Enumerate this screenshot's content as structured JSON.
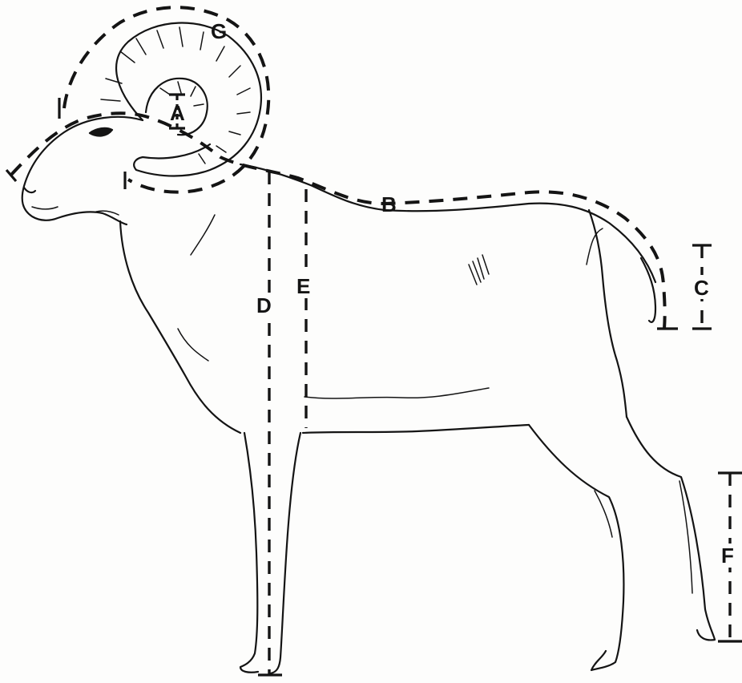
{
  "labels": {
    "A": "A",
    "B": "B",
    "C": "C",
    "D": "D",
    "E": "E",
    "F": "F",
    "G": "G"
  },
  "colors": {
    "ink": "#141414",
    "paper": "#fdfdfc"
  }
}
